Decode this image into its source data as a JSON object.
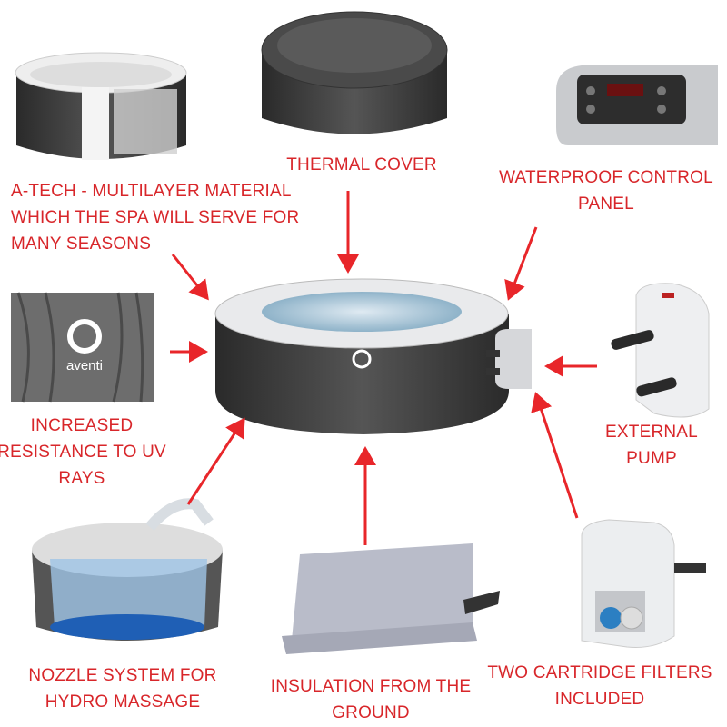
{
  "colors": {
    "label": "#d8262a",
    "arrow": "#e8262a",
    "tub_shell": "#3a3a3a",
    "tub_rim": "#e9eaec",
    "water": "#a9c6d8"
  },
  "brand": {
    "logo_text": "aventi"
  },
  "labels": {
    "thermal_cover": [
      "THERMAL COVER"
    ],
    "control_panel": [
      "WATERPROOF CONTROL",
      "PANEL"
    ],
    "a_tech": [
      "A-TECH - MULTILAYER MATERIAL",
      "WHICH THE SPA WILL SERVE FOR",
      "MANY SEASONS"
    ],
    "uv": [
      "INCREASED",
      "RESISTANCE TO UV",
      "RAYS"
    ],
    "pump": [
      "EXTERNAL",
      "PUMP"
    ],
    "nozzle": [
      "NOZZLE SYSTEM FOR",
      "HYDRO MASSAGE"
    ],
    "insulation": [
      "INSULATION FROM THE",
      "GROUND"
    ],
    "filters": [
      "TWO CARTRIDGE FILTERS",
      "INCLUDED"
    ]
  }
}
